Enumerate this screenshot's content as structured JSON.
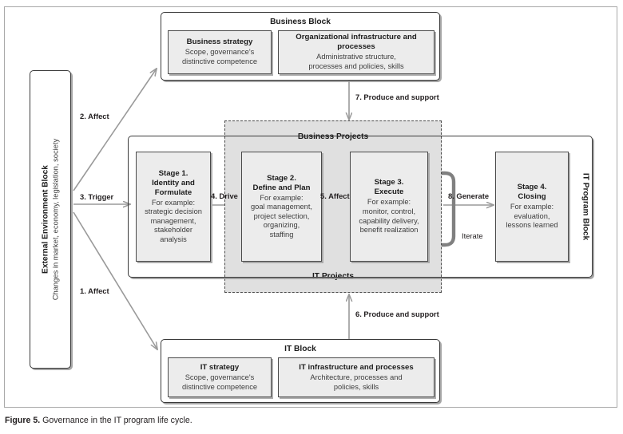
{
  "figure": {
    "caption_label": "Figure 5.",
    "caption_text": "Governance in the IT program life cycle."
  },
  "colors": {
    "frame_border": "#a8a8a8",
    "block_border": "#3a3a3a",
    "card_fill": "#ececec",
    "region_fill": "#e0e0e0",
    "arrow_gray": "#9a9a9a",
    "iterate_gray": "#808080",
    "text": "#231f20"
  },
  "external_block": {
    "title": "External Environment Block",
    "subtitle": "Changes in market, economy, legislation, society"
  },
  "business_block": {
    "title": "Business Block",
    "cards": [
      {
        "title": "Business strategy",
        "lines": [
          "Scope, governance's",
          "distinctive competence"
        ]
      },
      {
        "title": "Organizational infrastructure and processes",
        "lines": [
          "Administrative structure,",
          "processes and policies, skills"
        ]
      }
    ]
  },
  "it_block": {
    "title": "IT Block",
    "cards": [
      {
        "title": "IT strategy",
        "lines": [
          "Scope, governance's",
          "distinctive competence"
        ]
      },
      {
        "title": "IT infrastructure and processes",
        "lines": [
          "Architecture, processes and",
          "policies, skills"
        ]
      }
    ]
  },
  "program_block": {
    "label": "IT Program Block",
    "stages": [
      {
        "title_line1": "Stage 1.",
        "title_line2": "Identity and",
        "title_line3": "Formulate",
        "example_label": "For example:",
        "lines": [
          "strategic decision",
          "management,",
          "stakeholder",
          "analysis"
        ]
      },
      {
        "title_line1": "Stage 2.",
        "title_line2": "Define and Plan",
        "title_line3": "",
        "example_label": "For example:",
        "lines": [
          "goal management,",
          "project selection,",
          "organizing,",
          "staffing"
        ]
      },
      {
        "title_line1": "Stage 3.",
        "title_line2": "Execute",
        "title_line3": "",
        "example_label": "For example:",
        "lines": [
          "monitor, control,",
          "capability delivery,",
          "benefit realization"
        ]
      },
      {
        "title_line1": "Stage 4.",
        "title_line2": "Closing",
        "title_line3": "",
        "example_label": "For example:",
        "lines": [
          "evaluation,",
          "lessons learned"
        ]
      }
    ]
  },
  "projects": {
    "business_projects": "Business Projects",
    "it_projects": "IT Projects"
  },
  "connectors": {
    "c1": "1. Affect",
    "c2": "2. Affect",
    "c3": "3. Trigger",
    "c4": "4. Drive",
    "c5": "5. Affect",
    "c6": "6. Produce and support",
    "c7": "7. Produce and support",
    "c8": "8. Generate",
    "iterate": "Iterate"
  }
}
